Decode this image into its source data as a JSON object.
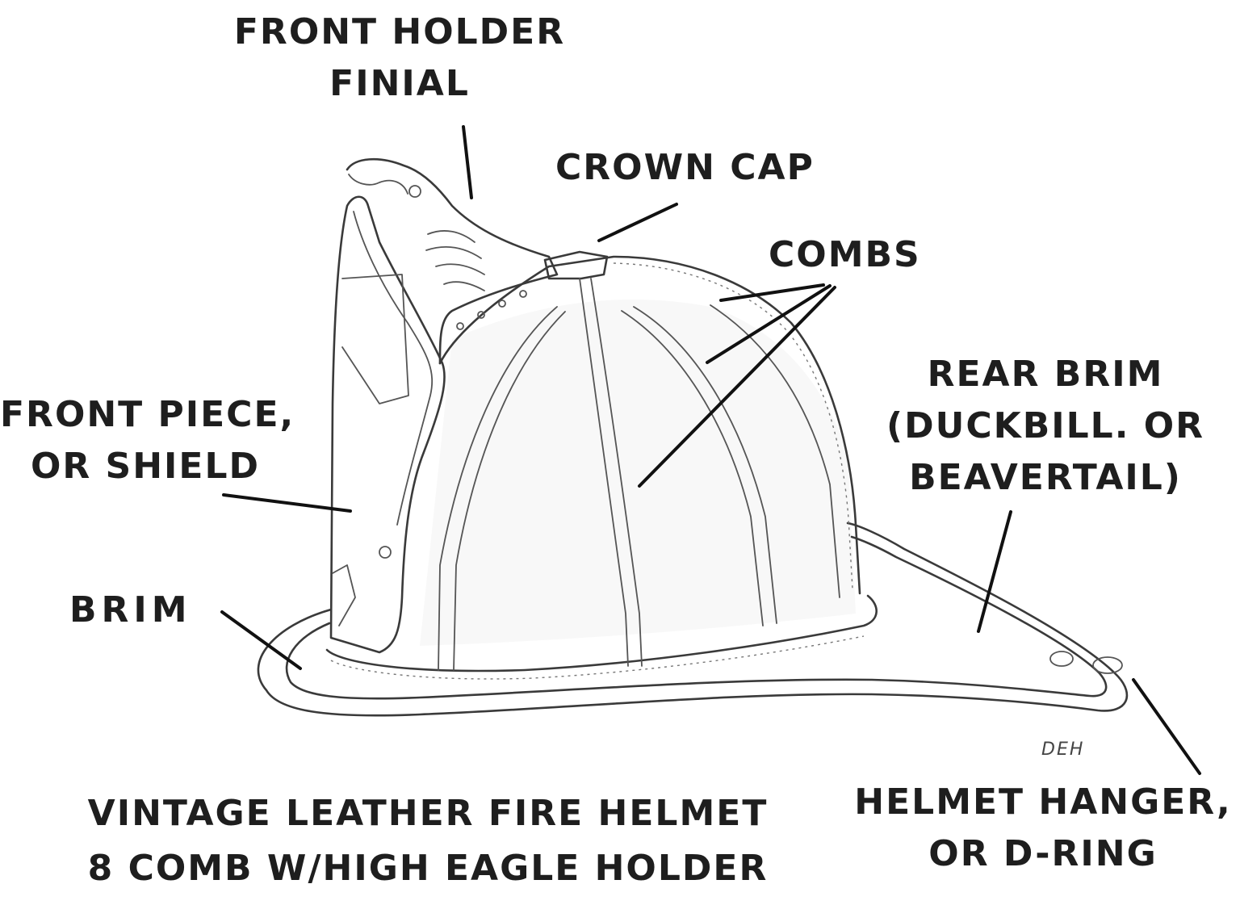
{
  "labels": {
    "front_holder": [
      "FRONT HOLDER",
      "FINIAL"
    ],
    "crown_cap": "CROWN CAP",
    "combs": "COMBS",
    "rear_brim": [
      "REAR BRIM",
      "(DUCKBILL. OR",
      "BEAVERTAIL)"
    ],
    "front_piece": [
      "FRONT PIECE,",
      "OR SHIELD"
    ],
    "brim": "BRIM",
    "helmet_hanger": [
      "HELMET HANGER,",
      "OR D-RING"
    ]
  },
  "caption": [
    "VINTAGE LEATHER FIRE HELMET",
    "8 COMB W/HIGH EAGLE HOLDER"
  ],
  "signature": "DEH",
  "colors": {
    "text": "#1e1e1e",
    "line": "#3a3a3a",
    "leader": "#111111",
    "background": "#ffffff"
  }
}
